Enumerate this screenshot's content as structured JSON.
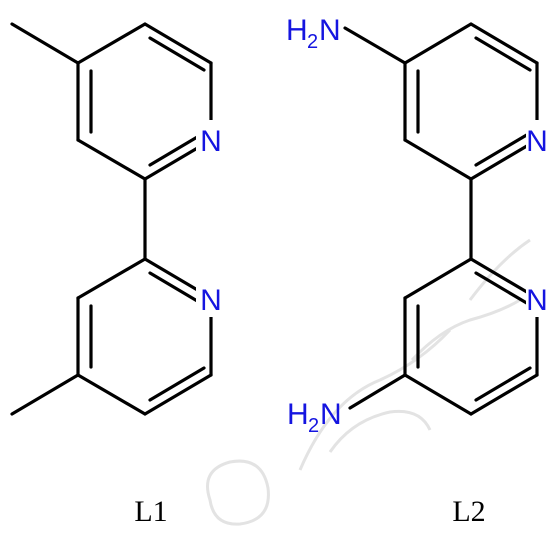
{
  "colors": {
    "bond": "#000000",
    "heteroatom": "#1515e0",
    "caption": "#000000",
    "watermark": "#e3e3e3"
  },
  "molecule_l1": {
    "label": "L1",
    "atoms": {
      "n_top": "N",
      "n_bottom": "N"
    }
  },
  "molecule_l2": {
    "label": "L2",
    "atoms": {
      "n_top": "N",
      "n_bottom": "N",
      "amine_top": {
        "h": "H",
        "sub": "2",
        "n": "N"
      },
      "amine_bottom": {
        "h": "H",
        "sub": "2",
        "n": "N"
      }
    }
  }
}
